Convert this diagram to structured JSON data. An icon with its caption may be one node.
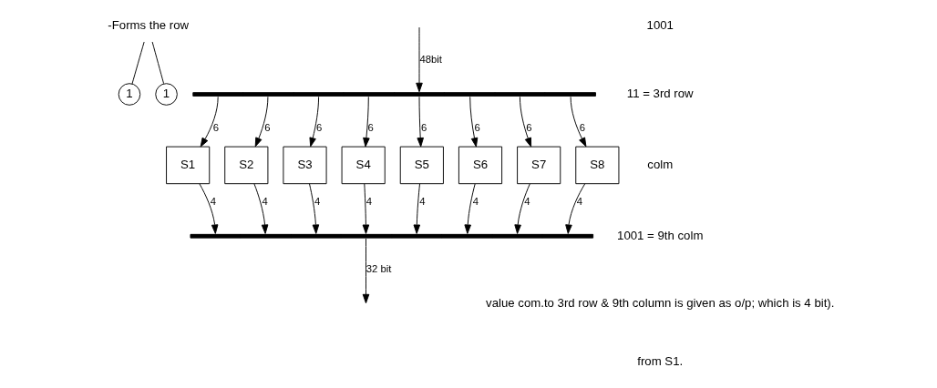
{
  "diagram": {
    "nodes": [
      {
        "text": [
          "-Forms the row"
        ]
      },
      {
        "text": [
          "1"
        ]
      },
      {
        "text": [
          "1"
        ]
      },
      {
        "text": [],
        "shape": "bar"
      },
      {
        "text": [
          "S1"
        ]
      },
      {
        "text": [
          "S2"
        ]
      },
      {
        "text": [
          "S3"
        ]
      },
      {
        "text": [
          "S4"
        ]
      },
      {
        "text": [
          "S5"
        ]
      },
      {
        "text": [
          "S6"
        ]
      },
      {
        "text": [
          "S7"
        ]
      },
      {
        "text": [
          "S8"
        ]
      },
      {
        "text": [],
        "shape": "bar"
      }
    ],
    "edges": [
      {
        "from": 0,
        "to": 1,
        "arrow": "none"
      },
      {
        "from": 0,
        "to": 2,
        "arrow": "none"
      },
      {
        "from": null,
        "to": 3,
        "arrow": "to",
        "label": "48bit"
      },
      {
        "from": 3,
        "to": 4,
        "arrow": "to",
        "label": "6"
      },
      {
        "from": 3,
        "to": 5,
        "arrow": "to",
        "label": "6"
      },
      {
        "from": 3,
        "to": 6,
        "arrow": "to",
        "label": "6"
      },
      {
        "from": 3,
        "to": 7,
        "arrow": "to",
        "label": "6"
      },
      {
        "from": 3,
        "to": 8,
        "arrow": "to",
        "label": "6"
      },
      {
        "from": 3,
        "to": 9,
        "arrow": "to",
        "label": "6"
      },
      {
        "from": 3,
        "to": 10,
        "arrow": "to",
        "label": "6"
      },
      {
        "from": 3,
        "to": 11,
        "arrow": "to",
        "label": "6"
      },
      {
        "from": 4,
        "to": 12,
        "arrow": "to",
        "label": "4"
      },
      {
        "from": 5,
        "to": 12,
        "arrow": "to",
        "label": "4"
      },
      {
        "from": 6,
        "to": 12,
        "arrow": "to",
        "label": "4"
      },
      {
        "from": 7,
        "to": 12,
        "arrow": "to",
        "label": "4"
      },
      {
        "from": 8,
        "to": 12,
        "arrow": "to",
        "label": "4"
      },
      {
        "from": 9,
        "to": 12,
        "arrow": "to",
        "label": "4"
      },
      {
        "from": 10,
        "to": 12,
        "arrow": "to",
        "label": "4"
      },
      {
        "from": 11,
        "to": 12,
        "arrow": "to",
        "label": "4"
      },
      {
        "from": 12,
        "to": null,
        "arrow": "to",
        "label": "32 bit"
      }
    ],
    "labels": [
      "1001",
      "11 = 3rd row",
      "colm",
      "1001 = 9th colm",
      "value com.to 3rd row & 9th column is given as o/p; which is 4 bit).",
      "from S1."
    ]
  }
}
